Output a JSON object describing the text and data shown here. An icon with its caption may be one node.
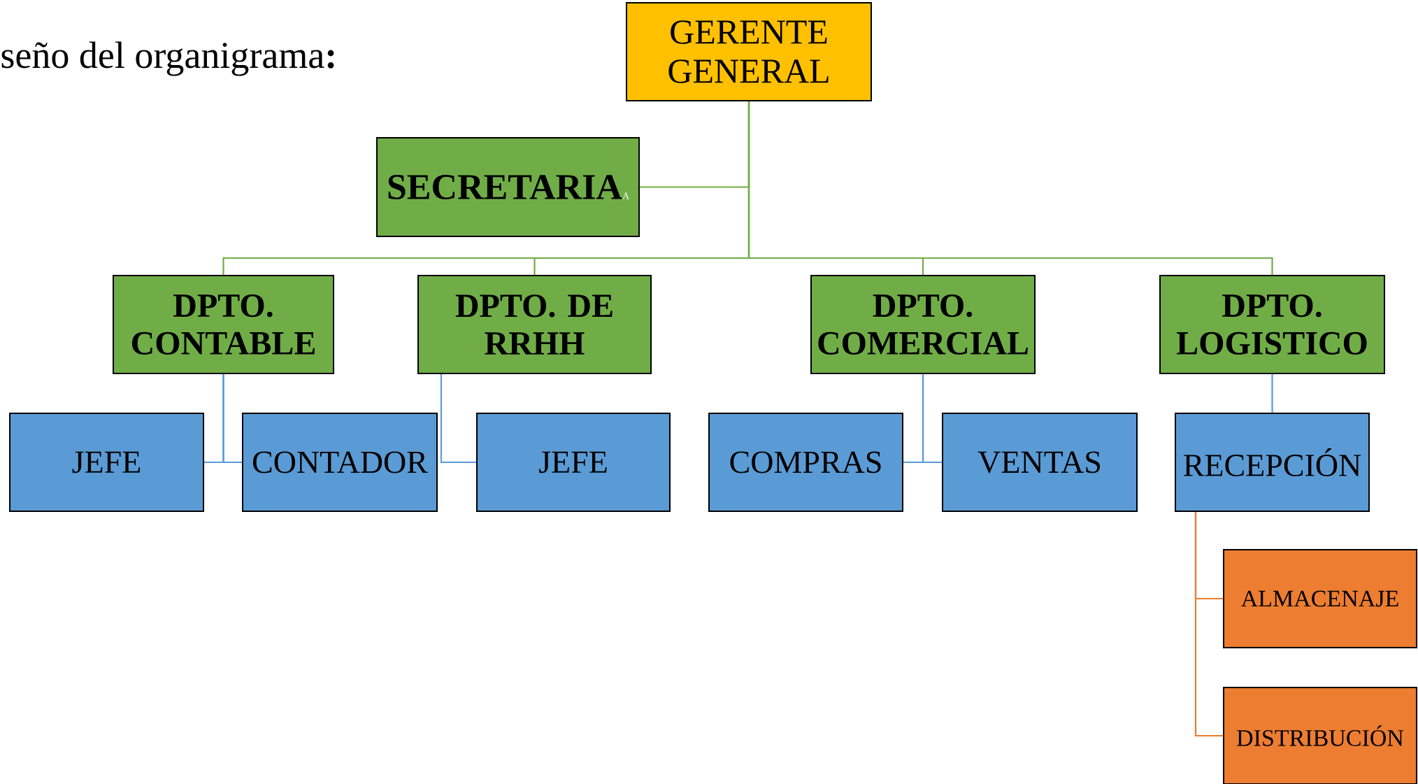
{
  "diagram": {
    "title": "seño  del organigrama**:**",
    "nodes": [
      {
        "text": [
          "GERENTE GENERAL"
        ]
      },
      {
        "text": [
          "SECRETARIA",
          "A"
        ]
      },
      {
        "text": [
          "DPTO. CONTABLE"
        ]
      },
      {
        "text": [
          "DPTO. DE RRHH"
        ]
      },
      {
        "text": [
          "DPTO. COMERCIAL"
        ]
      },
      {
        "text": [
          "DPTO. LOGISTICO"
        ]
      },
      {
        "text": [
          "JEFE"
        ]
      },
      {
        "text": [
          "CONTADOR"
        ]
      },
      {
        "text": [
          "JEFE"
        ]
      },
      {
        "text": [
          "COMPRAS"
        ]
      },
      {
        "text": [
          "VENTAS"
        ]
      },
      {
        "text": [
          "RECEPCIÓN"
        ]
      },
      {
        "text": [
          "ALMACENAJE"
        ]
      },
      {
        "text": [
          "DISTRIBUCIÓN"
        ]
      }
    ],
    "edges": [
      {
        "from": 0,
        "to": 1,
        "arrow": "none",
        "color": "#70ad47"
      },
      {
        "from": 0,
        "to": 2,
        "arrow": "none",
        "color": "#70ad47"
      },
      {
        "from": 0,
        "to": 3,
        "arrow": "none",
        "color": "#70ad47"
      },
      {
        "from": 0,
        "to": 4,
        "arrow": "none",
        "color": "#70ad47"
      },
      {
        "from": 0,
        "to": 5,
        "arrow": "none",
        "color": "#70ad47"
      },
      {
        "from": 2,
        "to": 6,
        "arrow": "none",
        "color": "#5b9bd5"
      },
      {
        "from": 2,
        "to": 7,
        "arrow": "none",
        "color": "#5b9bd5"
      },
      {
        "from": 3,
        "to": 8,
        "arrow": "none",
        "color": "#5b9bd5"
      },
      {
        "from": 4,
        "to": 9,
        "arrow": "none",
        "color": "#5b9bd5"
      },
      {
        "from": 4,
        "to": 10,
        "arrow": "none",
        "color": "#5b9bd5"
      },
      {
        "from": 5,
        "to": 11,
        "arrow": "none",
        "color": "#5b9bd5"
      },
      {
        "from": 11,
        "to": 12,
        "arrow": "none",
        "color": "#ed7d31"
      },
      {
        "from": 11,
        "to": 13,
        "arrow": "none",
        "color": "#ed7d31"
      }
    ]
  }
}
